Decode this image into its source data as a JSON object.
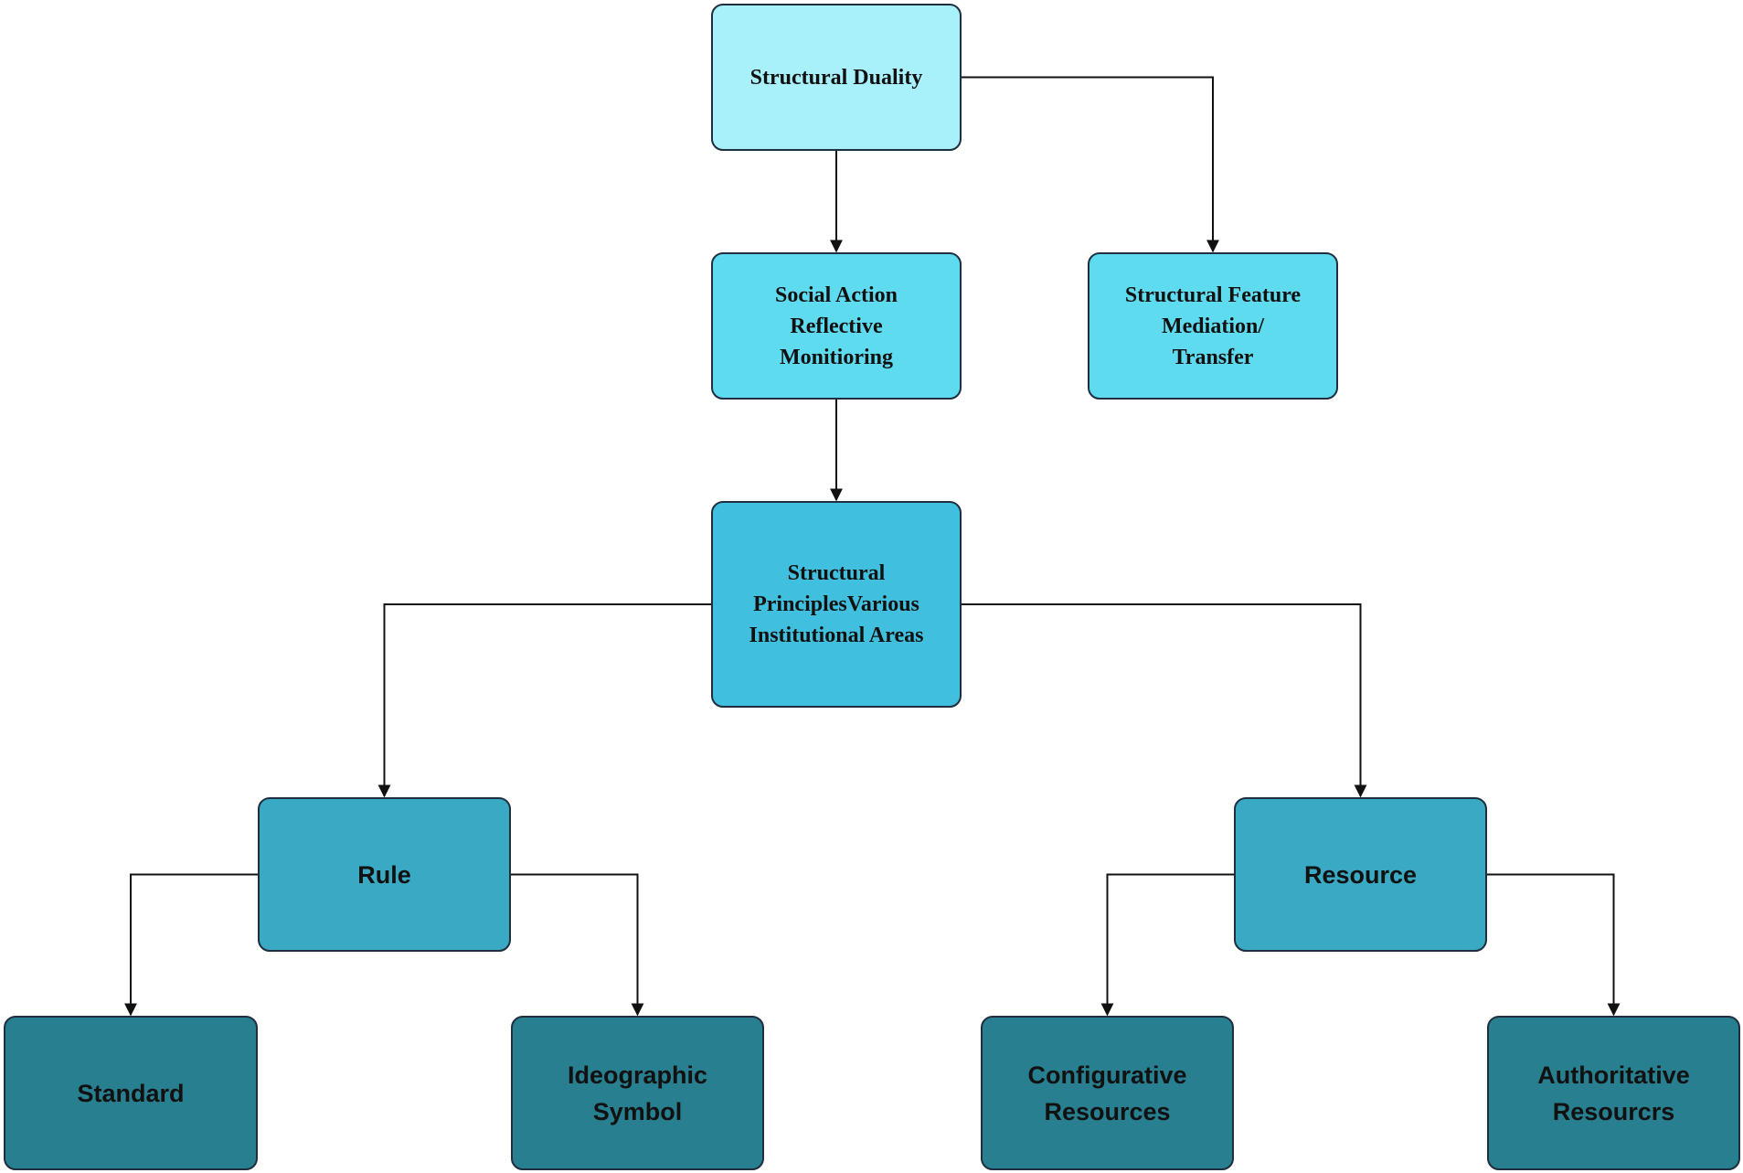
{
  "diagram": {
    "nodes": {
      "structural_duality": "Structural Duality",
      "social_action": "Social Action\nReflective\nMonitioring",
      "structural_feature": "Structural Feature\nMediation/\nTransfer",
      "structural_principles": "Structural\nPrinciplesVarious\nInstitutional  Areas",
      "rule": "Rule",
      "resource": "Resource",
      "standard": "Standard",
      "ideographic_symbol": "Ideographic\nSymbol",
      "configurative_resources": "Configurative\nResources",
      "authoritative_resources": "Authoritative\nResourcrs"
    },
    "edges": [
      [
        "structural_duality",
        "social_action"
      ],
      [
        "structural_duality",
        "structural_feature"
      ],
      [
        "social_action",
        "structural_principles"
      ],
      [
        "structural_principles",
        "rule"
      ],
      [
        "structural_principles",
        "resource"
      ],
      [
        "rule",
        "standard"
      ],
      [
        "rule",
        "ideographic_symbol"
      ],
      [
        "resource",
        "configurative_resources"
      ],
      [
        "resource",
        "authoritative_resources"
      ]
    ],
    "colors": {
      "level_0": "#a8f0fa",
      "level_1": "#5fdbef",
      "level_2": "#40c0de",
      "level_3": "#3aa9c4",
      "level_4": "#287f90",
      "border": "#1f2f3f",
      "connector": "#111111"
    }
  }
}
